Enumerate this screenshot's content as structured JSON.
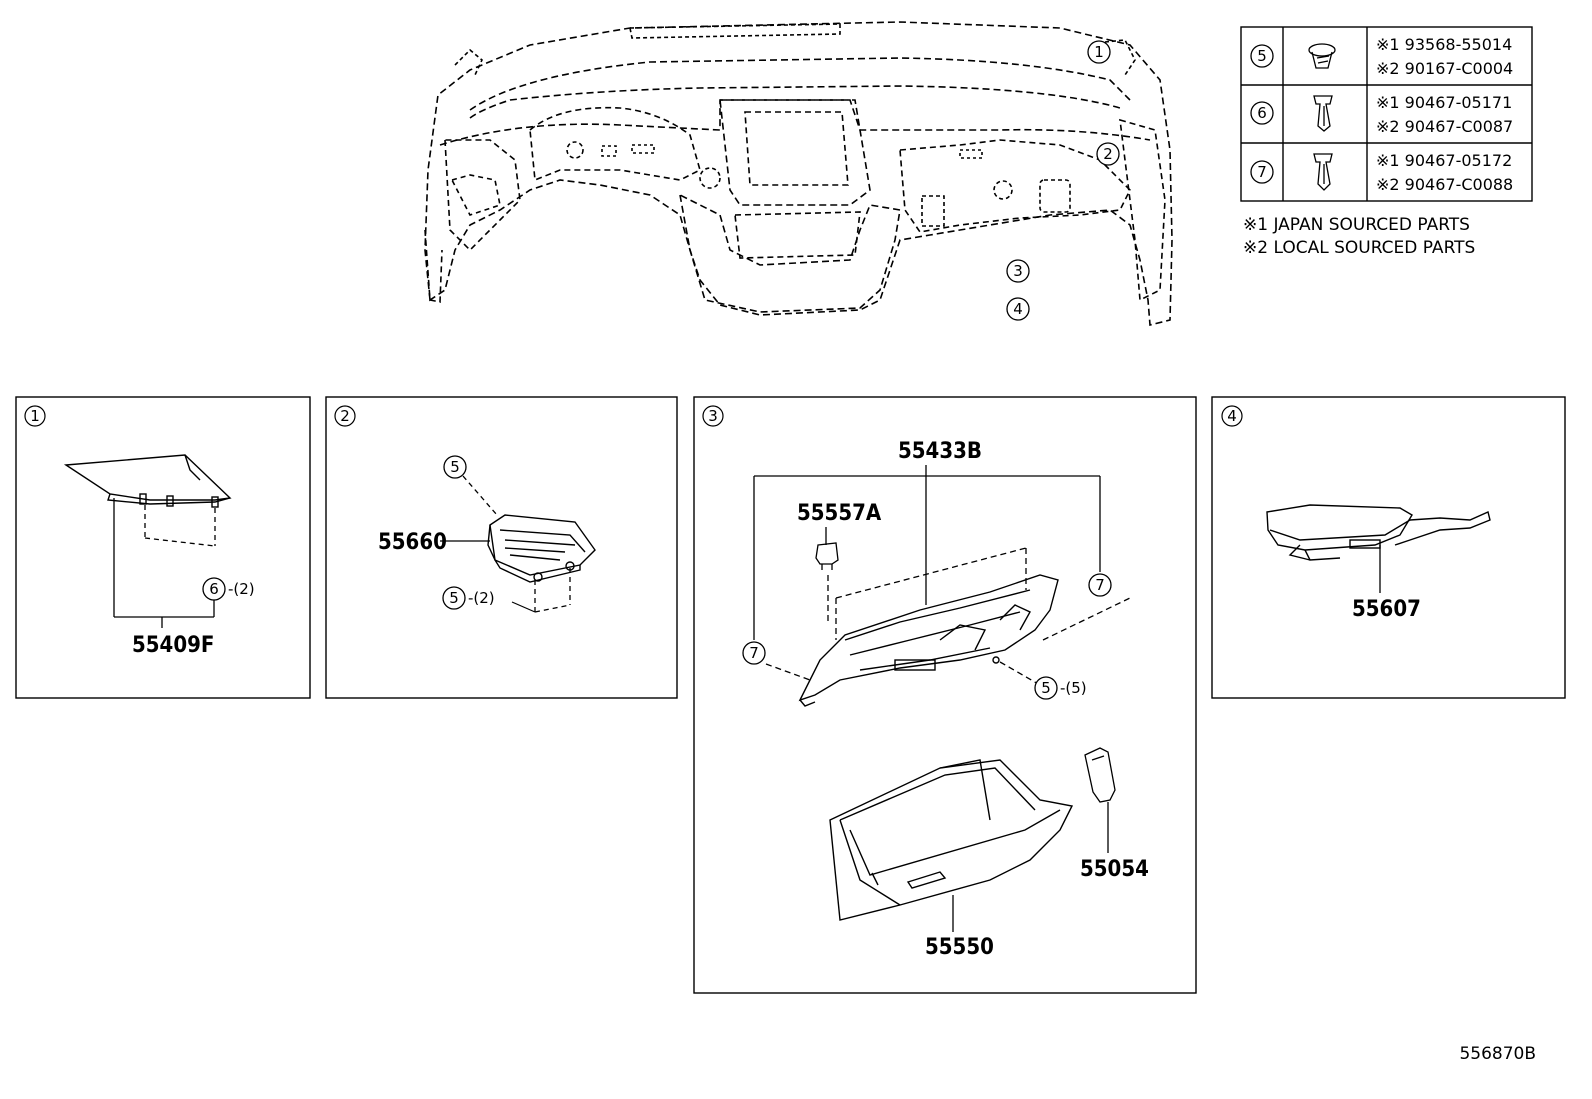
{
  "legend": {
    "rows": [
      {
        "ref": "5",
        "codes": [
          "※1 93568-55014",
          "※2 90167-C0004"
        ],
        "icon": "screw-icon"
      },
      {
        "ref": "6",
        "codes": [
          "※1 90467-05171",
          "※2 90467-C0087"
        ],
        "icon": "clip-icon"
      },
      {
        "ref": "7",
        "codes": [
          "※1 90467-05172",
          "※2 90467-C0088"
        ],
        "icon": "clip-icon"
      }
    ],
    "notes": [
      "※1 JAPAN SOURCED PARTS",
      "※2 LOCAL SOURCED PARTS"
    ]
  },
  "overview": {
    "callouts": [
      "1",
      "2",
      "3",
      "4"
    ]
  },
  "panels": [
    {
      "id": "1",
      "parts": [
        "55409F"
      ],
      "fasteners": [
        {
          "ref": "6",
          "qty": "-(2)"
        }
      ]
    },
    {
      "id": "2",
      "parts": [
        "55660"
      ],
      "fasteners": [
        {
          "ref": "5",
          "qty": ""
        },
        {
          "ref": "5",
          "qty": "-(2)"
        }
      ]
    },
    {
      "id": "3",
      "parts": [
        "55433B",
        "55557A",
        "55054",
        "55550"
      ],
      "fasteners": [
        {
          "ref": "7",
          "qty": ""
        },
        {
          "ref": "7",
          "qty": ""
        },
        {
          "ref": "5",
          "qty": "-(5)"
        }
      ]
    },
    {
      "id": "4",
      "parts": [
        "55607"
      ],
      "fasteners": []
    }
  ],
  "figure_code": "556870B"
}
